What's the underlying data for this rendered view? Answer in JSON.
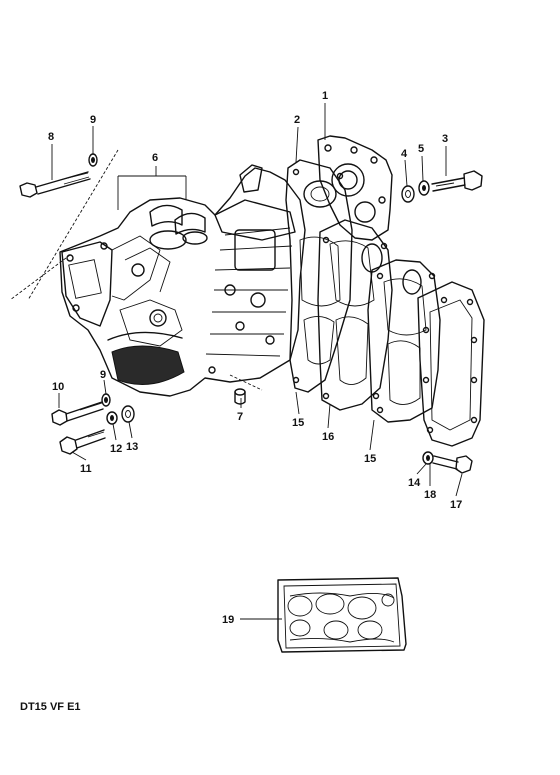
{
  "diagram": {
    "caption": "DT15 VF E1",
    "callouts": [
      {
        "id": "c1",
        "text": "1"
      },
      {
        "id": "c2",
        "text": "2"
      },
      {
        "id": "c3",
        "text": "3"
      },
      {
        "id": "c4",
        "text": "4"
      },
      {
        "id": "c5",
        "text": "5"
      },
      {
        "id": "c6",
        "text": "6"
      },
      {
        "id": "c7",
        "text": "7"
      },
      {
        "id": "c8",
        "text": "8"
      },
      {
        "id": "c9a",
        "text": "9"
      },
      {
        "id": "c9b",
        "text": "9"
      },
      {
        "id": "c10",
        "text": "10"
      },
      {
        "id": "c11",
        "text": "11"
      },
      {
        "id": "c12",
        "text": "12"
      },
      {
        "id": "c13",
        "text": "13"
      },
      {
        "id": "c14",
        "text": "14"
      },
      {
        "id": "c15a",
        "text": "15"
      },
      {
        "id": "c15b",
        "text": "15"
      },
      {
        "id": "c16",
        "text": "16"
      },
      {
        "id": "c17",
        "text": "17"
      },
      {
        "id": "c18",
        "text": "18"
      },
      {
        "id": "c19",
        "text": "19"
      }
    ]
  },
  "colors": {
    "ink": "#111111",
    "background": "#ffffff"
  }
}
